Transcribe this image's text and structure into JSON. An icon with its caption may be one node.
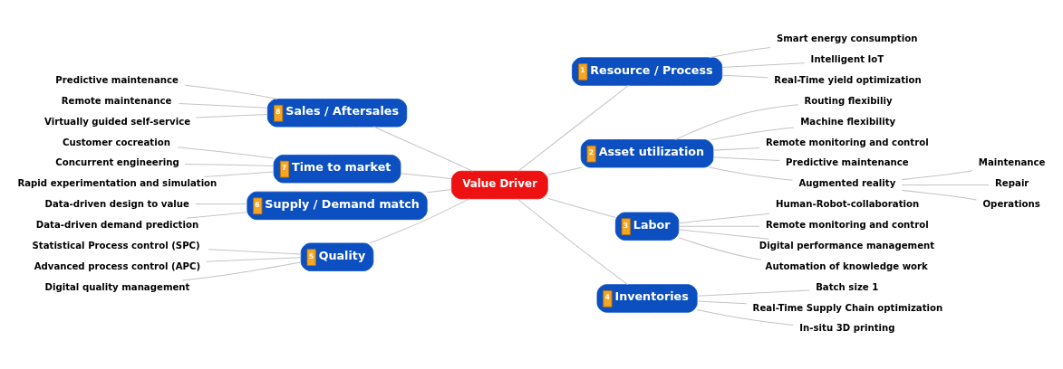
{
  "diagram": {
    "nodes": [
      {
        "text": [
          "Value Driver"
        ]
      },
      {
        "text": [
          "1",
          "Resource / Process"
        ]
      },
      {
        "text": [
          "Smart energy consumption"
        ]
      },
      {
        "text": [
          "Intelligent IoT"
        ]
      },
      {
        "text": [
          "Real-Time yield optimization"
        ]
      },
      {
        "text": [
          "2",
          "Asset utilization"
        ]
      },
      {
        "text": [
          "Routing flexibiliy"
        ]
      },
      {
        "text": [
          "Machine flexibility"
        ]
      },
      {
        "text": [
          "Remote monitoring and control"
        ]
      },
      {
        "text": [
          "Predictive maintenance"
        ]
      },
      {
        "text": [
          "Augmented reality"
        ]
      },
      {
        "text": [
          "Maintenance"
        ]
      },
      {
        "text": [
          "Repair"
        ]
      },
      {
        "text": [
          "Operations"
        ]
      },
      {
        "text": [
          "3",
          "Labor"
        ]
      },
      {
        "text": [
          "Human-Robot-collaboration"
        ]
      },
      {
        "text": [
          "Remote monitoring and control"
        ]
      },
      {
        "text": [
          "Digital performance management"
        ]
      },
      {
        "text": [
          "Automation of knowledge work"
        ]
      },
      {
        "text": [
          "4",
          "Inventories"
        ]
      },
      {
        "text": [
          "Batch size 1"
        ]
      },
      {
        "text": [
          "Real-Time Supply Chain optimization"
        ]
      },
      {
        "text": [
          "In-situ 3D printing"
        ]
      },
      {
        "text": [
          "5",
          "Quality"
        ]
      },
      {
        "text": [
          "Statistical Process control (SPC)"
        ]
      },
      {
        "text": [
          "Advanced process control (APC)"
        ]
      },
      {
        "text": [
          "Digital quality management"
        ]
      },
      {
        "text": [
          "6",
          "Supply / Demand match"
        ]
      },
      {
        "text": [
          "Data-driven design to value"
        ]
      },
      {
        "text": [
          "Data-driven demand prediction"
        ]
      },
      {
        "text": [
          "7",
          "Time to market"
        ]
      },
      {
        "text": [
          "Customer cocreation"
        ]
      },
      {
        "text": [
          "Concurrent engineering"
        ]
      },
      {
        "text": [
          "Rapid experimentation and simulation"
        ]
      },
      {
        "text": [
          "8",
          "Sales / Aftersales"
        ]
      },
      {
        "text": [
          "Predictive maintenance"
        ]
      },
      {
        "text": [
          "Remote maintenance"
        ]
      },
      {
        "text": [
          "Virtually guided self-service"
        ]
      }
    ],
    "edges": [
      {
        "from": 0,
        "to": 1,
        "arrow": "none"
      },
      {
        "from": 1,
        "to": 2,
        "arrow": "none"
      },
      {
        "from": 1,
        "to": 3,
        "arrow": "none"
      },
      {
        "from": 1,
        "to": 4,
        "arrow": "none"
      },
      {
        "from": 0,
        "to": 5,
        "arrow": "none"
      },
      {
        "from": 5,
        "to": 6,
        "arrow": "none"
      },
      {
        "from": 5,
        "to": 7,
        "arrow": "none"
      },
      {
        "from": 5,
        "to": 8,
        "arrow": "none"
      },
      {
        "from": 5,
        "to": 9,
        "arrow": "none"
      },
      {
        "from": 5,
        "to": 10,
        "arrow": "none"
      },
      {
        "from": 10,
        "to": 11,
        "arrow": "none"
      },
      {
        "from": 10,
        "to": 12,
        "arrow": "none"
      },
      {
        "from": 10,
        "to": 13,
        "arrow": "none"
      },
      {
        "from": 0,
        "to": 14,
        "arrow": "none"
      },
      {
        "from": 14,
        "to": 15,
        "arrow": "none"
      },
      {
        "from": 14,
        "to": 16,
        "arrow": "none"
      },
      {
        "from": 14,
        "to": 17,
        "arrow": "none"
      },
      {
        "from": 14,
        "to": 18,
        "arrow": "none"
      },
      {
        "from": 0,
        "to": 19,
        "arrow": "none"
      },
      {
        "from": 19,
        "to": 20,
        "arrow": "none"
      },
      {
        "from": 19,
        "to": 21,
        "arrow": "none"
      },
      {
        "from": 19,
        "to": 22,
        "arrow": "none"
      },
      {
        "from": 0,
        "to": 23,
        "arrow": "none"
      },
      {
        "from": 23,
        "to": 24,
        "arrow": "none"
      },
      {
        "from": 23,
        "to": 25,
        "arrow": "none"
      },
      {
        "from": 23,
        "to": 26,
        "arrow": "none"
      },
      {
        "from": 0,
        "to": 27,
        "arrow": "none"
      },
      {
        "from": 27,
        "to": 28,
        "arrow": "none"
      },
      {
        "from": 27,
        "to": 29,
        "arrow": "none"
      },
      {
        "from": 0,
        "to": 30,
        "arrow": "none"
      },
      {
        "from": 30,
        "to": 31,
        "arrow": "none"
      },
      {
        "from": 30,
        "to": 32,
        "arrow": "none"
      },
      {
        "from": 30,
        "to": 33,
        "arrow": "none"
      },
      {
        "from": 0,
        "to": 34,
        "arrow": "none"
      },
      {
        "from": 34,
        "to": 35,
        "arrow": "none"
      },
      {
        "from": 34,
        "to": 36,
        "arrow": "none"
      },
      {
        "from": 34,
        "to": 37,
        "arrow": "none"
      }
    ]
  }
}
